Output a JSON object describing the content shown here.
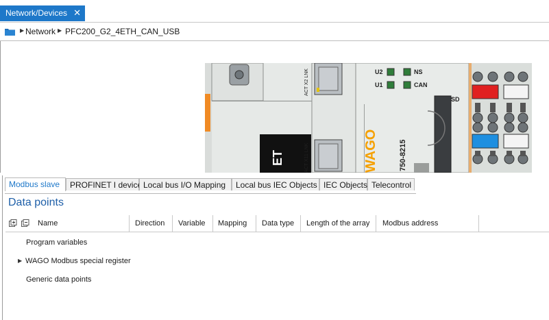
{
  "document_tab": {
    "title": "Network/Devices",
    "close_glyph": "✕"
  },
  "breadcrumb": {
    "folder_icon": "folder-icon",
    "items": [
      "Network",
      "PFC200_G2_4ETH_CAN_USB"
    ]
  },
  "device_image": {
    "port_label_1": "ACT X2 LNK",
    "port_label_2": "ACT X11 LNK",
    "led_u2": "U2",
    "led_u1": "U1",
    "led_ns": "NS",
    "led_can": "CAN",
    "slot_sd": "SD",
    "brand": "WAGO",
    "model": "750-8215",
    "partial_text": "ET"
  },
  "panel_tabs": [
    {
      "label": "Modbus slave",
      "active": true
    },
    {
      "label": "PROFINET I device",
      "active": false
    },
    {
      "label": "Local bus I/O Mapping",
      "active": false
    },
    {
      "label": "Local bus IEC Objects",
      "active": false
    },
    {
      "label": "IEC Objects",
      "active": false
    },
    {
      "label": "Telecontrol",
      "active": false
    }
  ],
  "panel_title": "Data points",
  "columns": [
    "Name",
    "Direction",
    "Variable",
    "Mapping",
    "Data type",
    "Length of the array",
    "Modbus address"
  ],
  "rows": [
    {
      "label": "Program variables",
      "expandable": false
    },
    {
      "label": "WAGO Modbus special register",
      "expandable": true
    },
    {
      "label": "Generic data points",
      "expandable": false
    }
  ],
  "colors": {
    "accent": "#1e78c9",
    "title_blue": "#1e5fa8"
  }
}
